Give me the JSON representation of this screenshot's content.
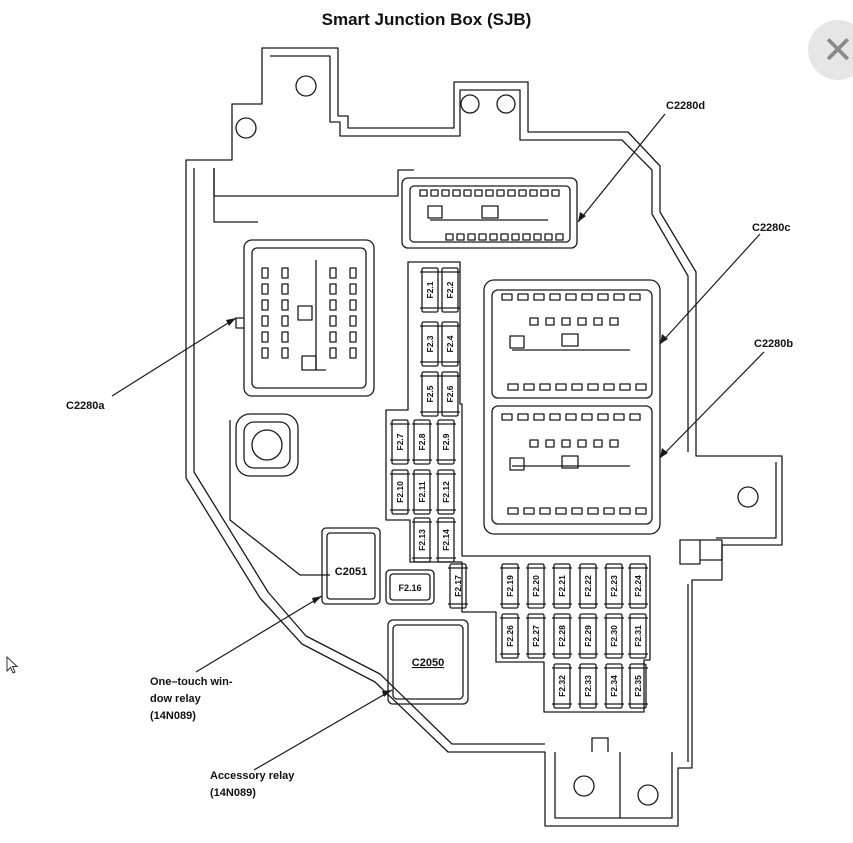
{
  "title": "Smart Junction Box (SJB)",
  "labels": {
    "c2280d": "C2280d",
    "c2280c": "C2280c",
    "c2280b": "C2280b",
    "c2280a": "C2280a",
    "relay1_line1": "One–touch win-",
    "relay1_line2": "dow relay",
    "relay1_line3": "(14N089)",
    "relay2_line1": "Accessory relay",
    "relay2_line2": "(14N089)"
  },
  "components": {
    "c2051": "C2051",
    "c2050": "C2050",
    "f216": "F2.16"
  },
  "fuses": [
    "F2.1",
    "F2.2",
    "F2.3",
    "F2.4",
    "F2.5",
    "F2.6",
    "F2.7",
    "F2.8",
    "F2.9",
    "F2.10",
    "F2.11",
    "F2.12",
    "F2.13",
    "F2.14",
    "F2.17",
    "F2.19",
    "F2.20",
    "F2.21",
    "F2.22",
    "F2.23",
    "F2.24",
    "F2.26",
    "F2.27",
    "F2.28",
    "F2.29",
    "F2.30",
    "F2.31",
    "F2.32",
    "F2.33",
    "F2.34",
    "F2.35"
  ],
  "icons": {
    "close": "close-icon",
    "cursor": "cursor-arrow-icon"
  }
}
